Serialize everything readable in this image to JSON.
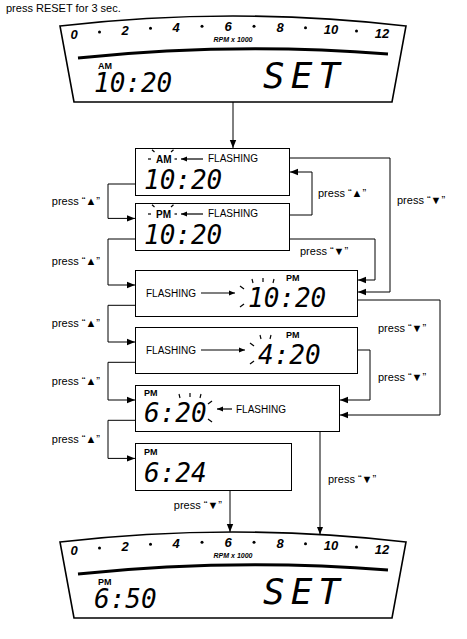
{
  "diagram": {
    "nodes": [
      {
        "text": [
          "0",
          "2",
          "4",
          "6",
          "8",
          "10",
          "12",
          "RPM x 1000",
          "AM",
          "10:20",
          "SET"
        ]
      },
      {
        "text": [
          "AM",
          "FLASHING",
          "10:20"
        ]
      },
      {
        "text": [
          "PM",
          "FLASHING",
          "10:20"
        ]
      },
      {
        "text": [
          "FLASHING",
          "PM",
          "10:20"
        ]
      },
      {
        "text": [
          "FLASHING",
          "PM",
          "4:20"
        ]
      },
      {
        "text": [
          "PM",
          "6:20",
          "FLASHING"
        ]
      },
      {
        "text": [
          "PM",
          "6:24"
        ]
      },
      {
        "text": [
          "0",
          "2",
          "4",
          "6",
          "8",
          "10",
          "12",
          "RPM x 1000",
          "PM",
          "6:50",
          "SET"
        ]
      }
    ],
    "edges": [
      {
        "from": 0,
        "to": 1,
        "arrow": "to"
      },
      {
        "from": 1,
        "to": 2,
        "label": "press “▲”",
        "arrow": "to"
      },
      {
        "from": 2,
        "to": 3,
        "label": "press “▲”",
        "arrow": "to"
      },
      {
        "from": 3,
        "to": 4,
        "label": "press “▲”",
        "arrow": "to"
      },
      {
        "from": 4,
        "to": 5,
        "label": "press “▲”",
        "arrow": "to"
      },
      {
        "from": 5,
        "to": 6,
        "label": "press “▲”",
        "arrow": "to"
      },
      {
        "from": 2,
        "to": 1,
        "label": "press “▲”",
        "arrow": "to"
      },
      {
        "from": 1,
        "to": 3,
        "label": "press “▼”",
        "arrow": "to"
      },
      {
        "from": 2,
        "to": 3,
        "label": "press “▼”",
        "arrow": "to"
      },
      {
        "from": 3,
        "to": 5,
        "label": "press “▼”",
        "arrow": "to"
      },
      {
        "from": 4,
        "to": 5,
        "label": "press “▼”",
        "arrow": "to"
      },
      {
        "from": 5,
        "to": 7,
        "label": "press “▼”",
        "arrow": "to"
      },
      {
        "from": 6,
        "to": 7,
        "label": "press “▼”",
        "arrow": "to"
      }
    ],
    "labels": [
      "press RESET for 3 sec."
    ]
  }
}
